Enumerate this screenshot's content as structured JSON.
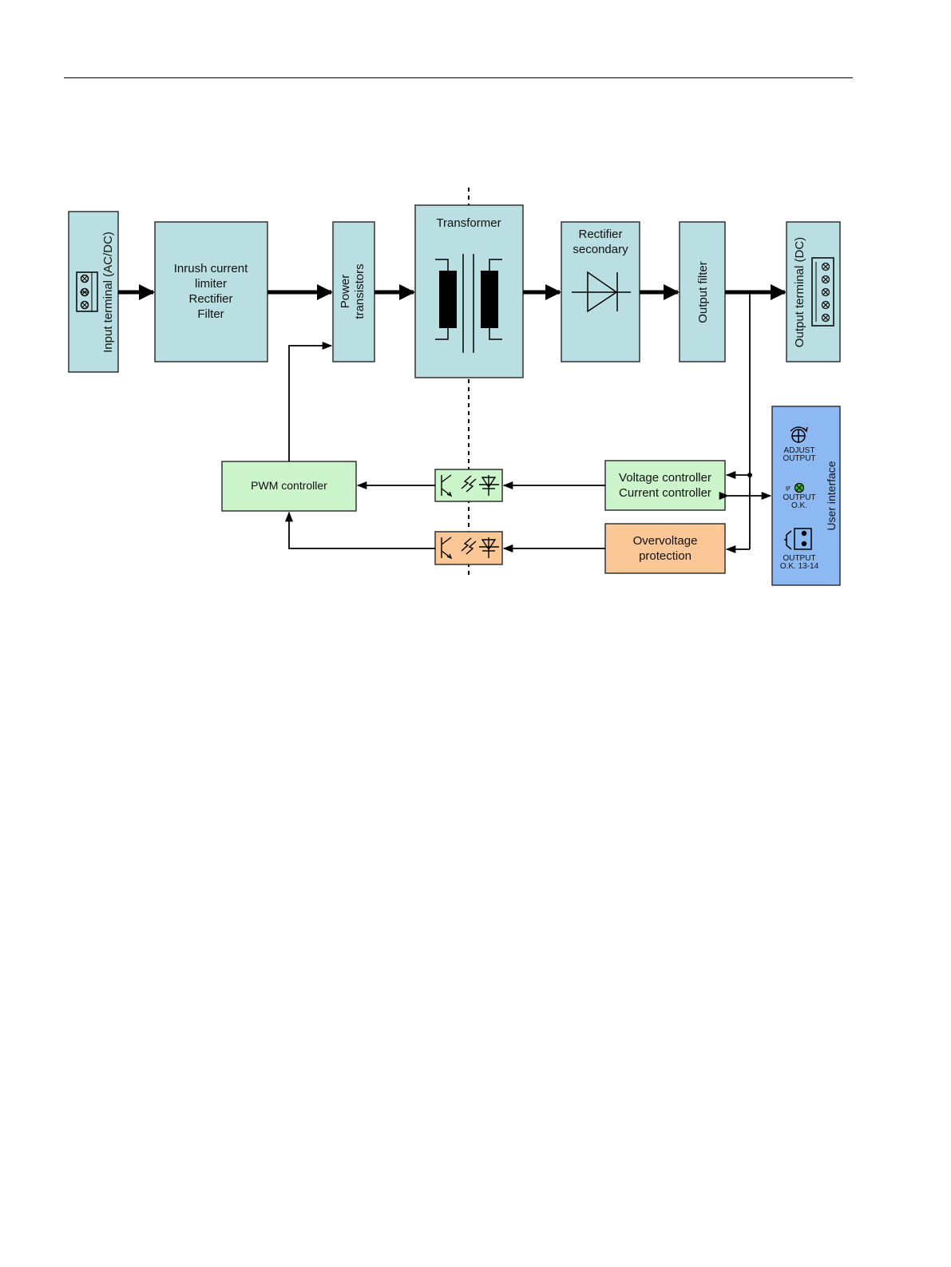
{
  "colors": {
    "power_block": "#b9dfe3",
    "control_green": "#ccf5cc",
    "protection_orange": "#fbc797",
    "user_interface_blue": "#8db9f3",
    "led_green": "#27c22f"
  },
  "icons": [
    "screw-terminal-icon",
    "transformer-coil-icon",
    "diode-icon",
    "optocoupler-icon",
    "potentiometer-icon",
    "led-indicator-icon",
    "relay-contact-icon"
  ],
  "blocks": {
    "input_terminal": "Input terminal (AC/DC)",
    "inrush": [
      "Inrush current",
      "limiter",
      "Rectifier",
      "Filter"
    ],
    "power_transistors": [
      "Power",
      "transistors"
    ],
    "transformer": "Transformer",
    "rectifier_secondary": [
      "Rectifier",
      "secondary"
    ],
    "output_filter": "Output filter",
    "output_terminal": "Output terminal (DC)",
    "pwm_controller": "PWM controller",
    "voltage_controller": [
      "Voltage controller",
      "Current controller"
    ],
    "overvoltage": [
      "Overvoltage",
      "protection"
    ]
  },
  "user_interface": {
    "title": "User interface",
    "adjust": [
      "ADJUST",
      "OUTPUT"
    ],
    "led_tag": "gr",
    "output_ok": [
      "OUTPUT",
      "O.K."
    ],
    "relay": [
      "OUTPUT",
      "O.K. 13-14"
    ]
  }
}
